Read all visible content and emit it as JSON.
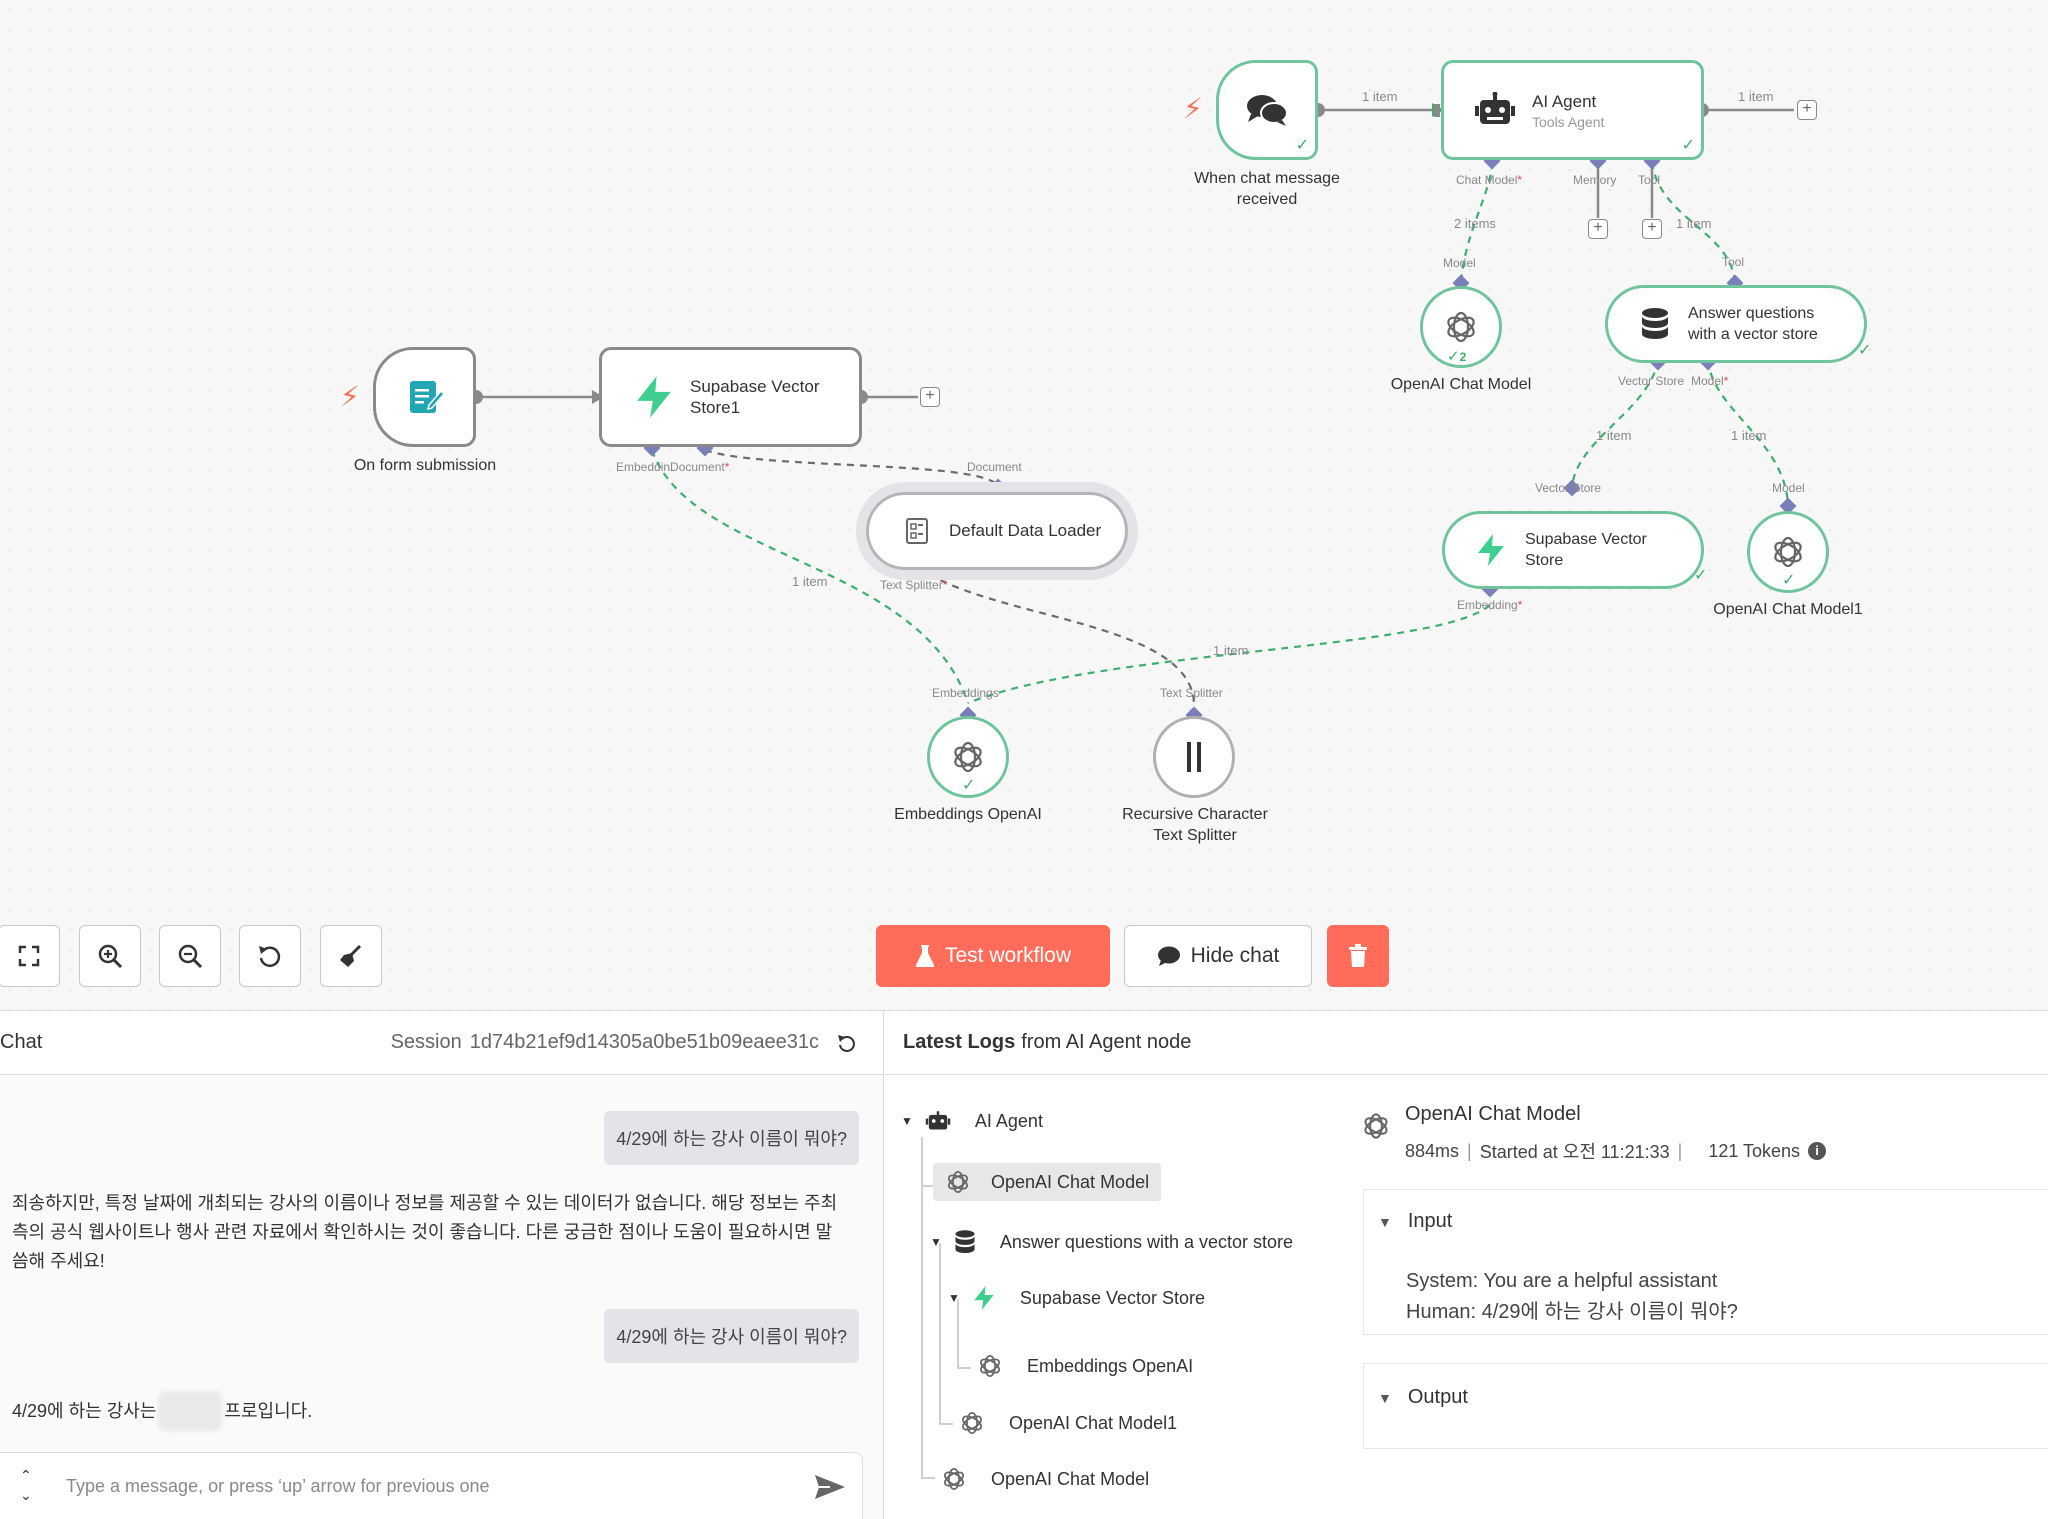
{
  "canvas": {
    "nodes": {
      "chat_trigger": {
        "label_line1": "When chat message",
        "label_line2": "received"
      },
      "ai_agent": {
        "title": "AI Agent",
        "subtitle": "Tools Agent"
      },
      "form_trigger": {
        "label": "On form submission"
      },
      "supabase_store1": {
        "title_line1": "Supabase Vector",
        "title_line2": "Store1"
      },
      "data_loader": {
        "title": "Default Data Loader"
      },
      "answer_tool": {
        "title_line1": "Answer questions",
        "title_line2": "with a vector store"
      },
      "openai_chat_model": {
        "label": "OpenAI Chat Model",
        "badge": "2"
      },
      "supabase_store": {
        "title_line1": "Supabase Vector",
        "title_line2": "Store"
      },
      "openai_chat_model1": {
        "label": "OpenAI Chat Model1"
      },
      "embeddings_openai": {
        "label": "Embeddings OpenAI"
      },
      "text_splitter": {
        "label_line1": "Recursive Character",
        "label_line2": "Text Splitter"
      }
    },
    "connection_labels": {
      "chat_model": "Chat Model",
      "memory": "Memory",
      "tool": "Tool",
      "model": "Model",
      "tool_in": "Tool",
      "vector_store_out": "Vector Store",
      "model_out": "Model",
      "vector_store_in": "Vector Store",
      "model_in": "Model",
      "embedding": "Embedding",
      "document": "Document",
      "document_in": "Document",
      "embedding_out": "Embeddin",
      "text_splitter_out": "Text Splitter",
      "embeddings_in": "Embeddings",
      "text_splitter_in": "Text Splitter",
      "required_mark": "*"
    },
    "item_labels": {
      "trigger_to_agent": "1 item",
      "agent_out": "1 item",
      "chat_model_items": "2 items",
      "tool_items": "1 item",
      "vector_store_items": "1 item",
      "model_items": "1 item",
      "embedding_items": "1 item",
      "embeddings_item": "1 item"
    }
  },
  "toolbar": {
    "fit_view": "fit-view-icon",
    "zoom_in": "zoom-in-icon",
    "zoom_out": "zoom-out-icon",
    "reset": "undo-icon",
    "tidy": "broom-icon",
    "test_workflow": "Test workflow",
    "hide_chat": "Hide chat",
    "delete": "trash-icon"
  },
  "chat": {
    "title": "Chat",
    "session_label": "Session",
    "session_id": "1d74b21ef9d14305a0be51b09eaee31c",
    "messages": [
      {
        "role": "user",
        "text": "4/29에 하는 강사 이름이 뭐야?"
      },
      {
        "role": "bot",
        "line1": "죄송하지만, 특정 날짜에 개최되는 강사의 이름이나 정보를 제공할 수 있는 데이터가 없습니다. 해당 정보는 주최",
        "line2": "측의 공식 웹사이트나 행사 관련 자료에서 확인하시는 것이 좋습니다. 다른 궁금한 점이나 도움이 필요하시면 말",
        "line3": "씀해 주세요!"
      },
      {
        "role": "user",
        "text": "4/29에 하는 강사 이름이 뭐야?"
      },
      {
        "role": "bot",
        "before": "4/29에 하는 강사는",
        "after": "프로입니다."
      }
    ],
    "input_placeholder": "Type a message, or press ‘up’ arrow for previous one"
  },
  "logs": {
    "header_bold": "Latest Logs",
    "header_rest": "from AI Agent node",
    "tree": [
      {
        "label": "AI Agent"
      },
      {
        "label": "OpenAI Chat Model"
      },
      {
        "label": "Answer questions with a vector store"
      },
      {
        "label": "Supabase Vector Store"
      },
      {
        "label": "Embeddings OpenAI"
      },
      {
        "label": "OpenAI Chat Model1"
      },
      {
        "label": "OpenAI Chat Model"
      }
    ],
    "detail": {
      "title": "OpenAI Chat Model",
      "duration": "884ms",
      "started": "Started at 오전 11:21:33",
      "tokens": "121 Tokens",
      "input_label": "Input",
      "input_line1": "System: You are a helpful assistant",
      "input_line2": "Human: 4/29에 하는 강사 이름이 뭐야?",
      "output_label": "Output"
    }
  },
  "colors": {
    "accent": "#ff6d5a",
    "success": "#3fae6e",
    "node_border": "#6fc49b",
    "supabase_green": "#3ecf8e",
    "form_teal": "#22a6b3"
  }
}
